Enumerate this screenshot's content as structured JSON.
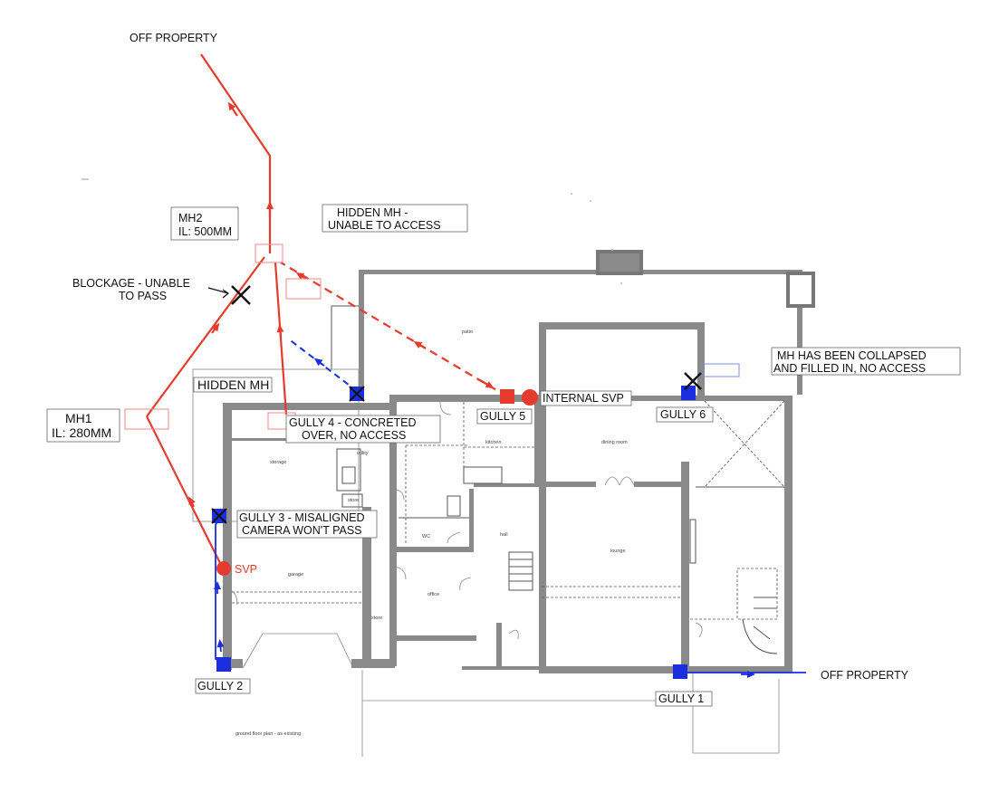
{
  "colors": {
    "foul_drain": "#e53b2c",
    "surface_drain": "#1a2ee0",
    "wall": "#8a8a8a"
  },
  "labels": {
    "off_property_top": "OFF PROPERTY",
    "off_property_right": "OFF PROPERTY",
    "mh2_line1": "MH2",
    "mh2_line2": "IL: 500MM",
    "hidden_mh_top_line1": "HIDDEN MH -",
    "hidden_mh_top_line2": "UNABLE TO ACCESS",
    "blockage_line1": "BLOCKAGE - UNABLE",
    "blockage_line2": "TO PASS",
    "mh1_line1": "MH1",
    "mh1_line2": "IL: 280MM",
    "hidden_mh": "HIDDEN MH",
    "gully4_line1": "GULLY 4 - CONCRETED",
    "gully4_line2": "OVER, NO ACCESS",
    "gully5": "GULLY 5",
    "internal_svp": "INTERNAL SVP",
    "mh_collapsed_line1": "MH HAS BEEN COLLAPSED",
    "mh_collapsed_line2": "AND FILLED IN, NO ACCESS",
    "gully6": "GULLY 6",
    "gully3_line1": "GULLY 3 - MISALIGNED",
    "gully3_line2": "CAMERA WON'T PASS",
    "svp": "SVP",
    "gully2": "GULLY 2",
    "gully1": "GULLY 1"
  },
  "rooms": {
    "patio": "patio",
    "storage": "storage",
    "utility": "utility",
    "store_small": "store",
    "kitchen": "kitchen",
    "dining_room": "dining room",
    "wc": "WC",
    "hall": "hall",
    "lounge": "lounge",
    "office": "office",
    "garage": "garage",
    "store": "store",
    "plan_title": "ground floor plan - as existing"
  }
}
